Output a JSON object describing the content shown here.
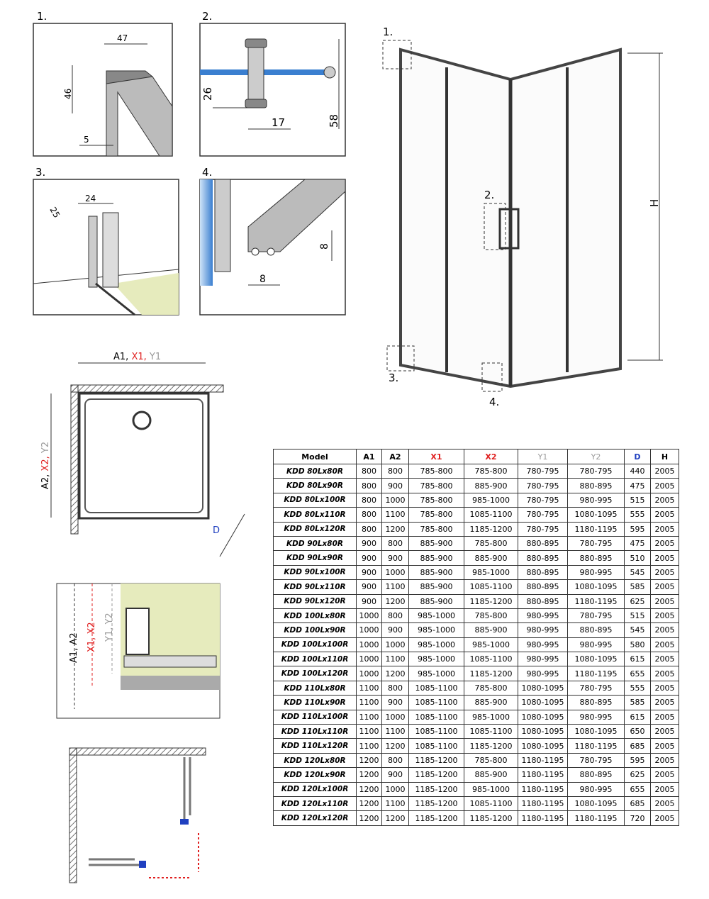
{
  "details": [
    {
      "label": "1.",
      "dims": [
        "47",
        "46",
        "5"
      ]
    },
    {
      "label": "2.",
      "dims": [
        "26",
        "17",
        "58"
      ]
    },
    {
      "label": "3.",
      "dims": [
        "25",
        "24"
      ]
    },
    {
      "label": "4.",
      "dims": [
        "8",
        "8"
      ]
    }
  ],
  "main_view": {
    "callouts": [
      "1.",
      "2.",
      "3.",
      "4."
    ],
    "height_label": "H"
  },
  "plan_view": {
    "top_label": {
      "a": "A1,",
      "x": "X1,",
      "y": "Y1"
    },
    "left_label": {
      "a": "A2,",
      "x": "X2,",
      "y": "Y2"
    },
    "diag_label": "D"
  },
  "profile_view": {
    "labels": [
      "A1, A2",
      "X1, X2",
      "Y1, Y2"
    ]
  },
  "colors": {
    "x": "#e02020",
    "y": "#9a9a9a",
    "d": "#2040c0",
    "glass": "#3a7fd0",
    "floor": "#e6ebbd"
  },
  "table": {
    "headers": [
      "Model",
      "A1",
      "A2",
      "X1",
      "X2",
      "Y1",
      "Y2",
      "D",
      "H"
    ],
    "rows": [
      [
        "KDD 80Lx80R",
        "800",
        "800",
        "785-800",
        "785-800",
        "780-795",
        "780-795",
        "440",
        "2005"
      ],
      [
        "KDD 80Lx90R",
        "800",
        "900",
        "785-800",
        "885-900",
        "780-795",
        "880-895",
        "475",
        "2005"
      ],
      [
        "KDD 80Lx100R",
        "800",
        "1000",
        "785-800",
        "985-1000",
        "780-795",
        "980-995",
        "515",
        "2005"
      ],
      [
        "KDD 80Lx110R",
        "800",
        "1100",
        "785-800",
        "1085-1100",
        "780-795",
        "1080-1095",
        "555",
        "2005"
      ],
      [
        "KDD 80Lx120R",
        "800",
        "1200",
        "785-800",
        "1185-1200",
        "780-795",
        "1180-1195",
        "595",
        "2005"
      ],
      [
        "KDD 90Lx80R",
        "900",
        "800",
        "885-900",
        "785-800",
        "880-895",
        "780-795",
        "475",
        "2005"
      ],
      [
        "KDD 90Lx90R",
        "900",
        "900",
        "885-900",
        "885-900",
        "880-895",
        "880-895",
        "510",
        "2005"
      ],
      [
        "KDD 90Lx100R",
        "900",
        "1000",
        "885-900",
        "985-1000",
        "880-895",
        "980-995",
        "545",
        "2005"
      ],
      [
        "KDD 90Lx110R",
        "900",
        "1100",
        "885-900",
        "1085-1100",
        "880-895",
        "1080-1095",
        "585",
        "2005"
      ],
      [
        "KDD 90Lx120R",
        "900",
        "1200",
        "885-900",
        "1185-1200",
        "880-895",
        "1180-1195",
        "625",
        "2005"
      ],
      [
        "KDD 100Lx80R",
        "1000",
        "800",
        "985-1000",
        "785-800",
        "980-995",
        "780-795",
        "515",
        "2005"
      ],
      [
        "KDD 100Lx90R",
        "1000",
        "900",
        "985-1000",
        "885-900",
        "980-995",
        "880-895",
        "545",
        "2005"
      ],
      [
        "KDD 100Lx100R",
        "1000",
        "1000",
        "985-1000",
        "985-1000",
        "980-995",
        "980-995",
        "580",
        "2005"
      ],
      [
        "KDD 100Lx110R",
        "1000",
        "1100",
        "985-1000",
        "1085-1100",
        "980-995",
        "1080-1095",
        "615",
        "2005"
      ],
      [
        "KDD 100Lx120R",
        "1000",
        "1200",
        "985-1000",
        "1185-1200",
        "980-995",
        "1180-1195",
        "655",
        "2005"
      ],
      [
        "KDD 110Lx80R",
        "1100",
        "800",
        "1085-1100",
        "785-800",
        "1080-1095",
        "780-795",
        "555",
        "2005"
      ],
      [
        "KDD 110Lx90R",
        "1100",
        "900",
        "1085-1100",
        "885-900",
        "1080-1095",
        "880-895",
        "585",
        "2005"
      ],
      [
        "KDD 110Lx100R",
        "1100",
        "1000",
        "1085-1100",
        "985-1000",
        "1080-1095",
        "980-995",
        "615",
        "2005"
      ],
      [
        "KDD 110Lx110R",
        "1100",
        "1100",
        "1085-1100",
        "1085-1100",
        "1080-1095",
        "1080-1095",
        "650",
        "2005"
      ],
      [
        "KDD 110Lx120R",
        "1100",
        "1200",
        "1085-1100",
        "1185-1200",
        "1080-1095",
        "1180-1195",
        "685",
        "2005"
      ],
      [
        "KDD 120Lx80R",
        "1200",
        "800",
        "1185-1200",
        "785-800",
        "1180-1195",
        "780-795",
        "595",
        "2005"
      ],
      [
        "KDD 120Lx90R",
        "1200",
        "900",
        "1185-1200",
        "885-900",
        "1180-1195",
        "880-895",
        "625",
        "2005"
      ],
      [
        "KDD 120Lx100R",
        "1200",
        "1000",
        "1185-1200",
        "985-1000",
        "1180-1195",
        "980-995",
        "655",
        "2005"
      ],
      [
        "KDD 120Lx110R",
        "1200",
        "1100",
        "1185-1200",
        "1085-1100",
        "1180-1195",
        "1080-1095",
        "685",
        "2005"
      ],
      [
        "KDD 120Lx120R",
        "1200",
        "1200",
        "1185-1200",
        "1185-1200",
        "1180-1195",
        "1180-1195",
        "720",
        "2005"
      ]
    ]
  }
}
